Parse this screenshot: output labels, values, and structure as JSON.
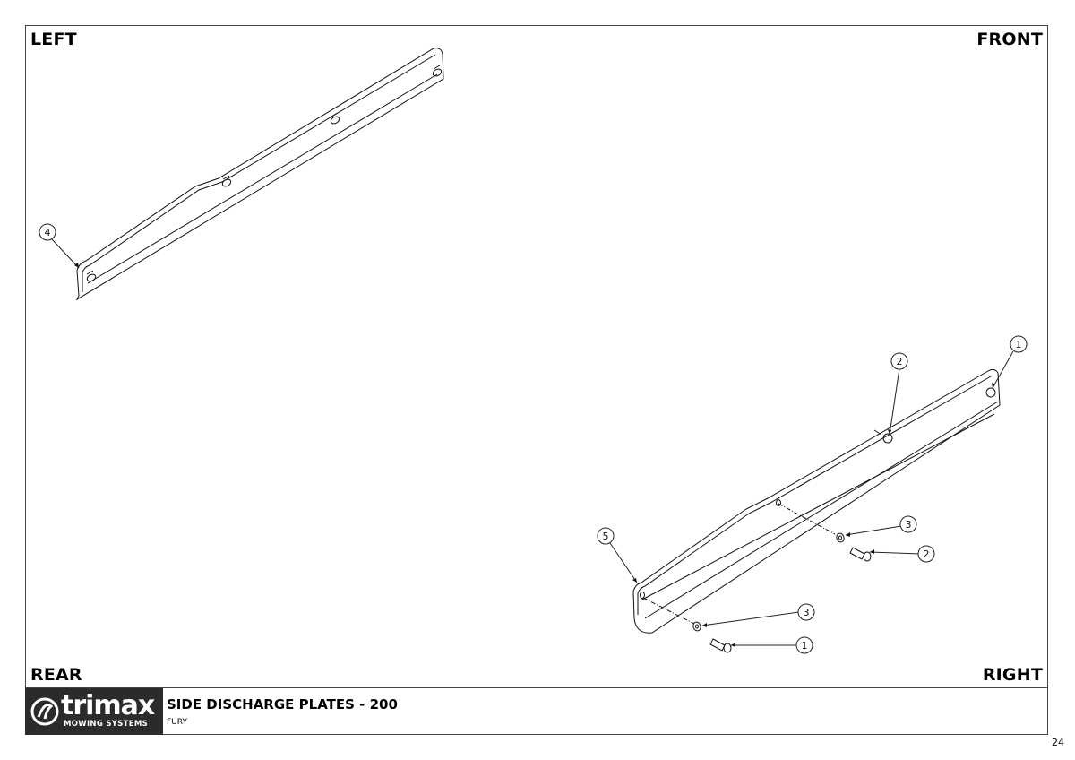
{
  "corners": {
    "top_left": "LEFT",
    "top_right": "FRONT",
    "bottom_left": "REAR",
    "bottom_right": "RIGHT"
  },
  "title_block": {
    "logo_text": "trimax",
    "logo_subtext": "MOWING SYSTEMS",
    "title": "SIDE DISCHARGE PLATES - 200",
    "subtitle": "FURY"
  },
  "page_number": "24",
  "balloons": {
    "left_plate": "4",
    "right_plate": "5",
    "bolt_front": "1",
    "bolt_mid_top": "2",
    "washer_upper": "3",
    "bolt_mid": "2",
    "washer_lower": "3",
    "bolt_lower": "1"
  },
  "icons": {
    "logo": "trimax-swirl-icon"
  }
}
